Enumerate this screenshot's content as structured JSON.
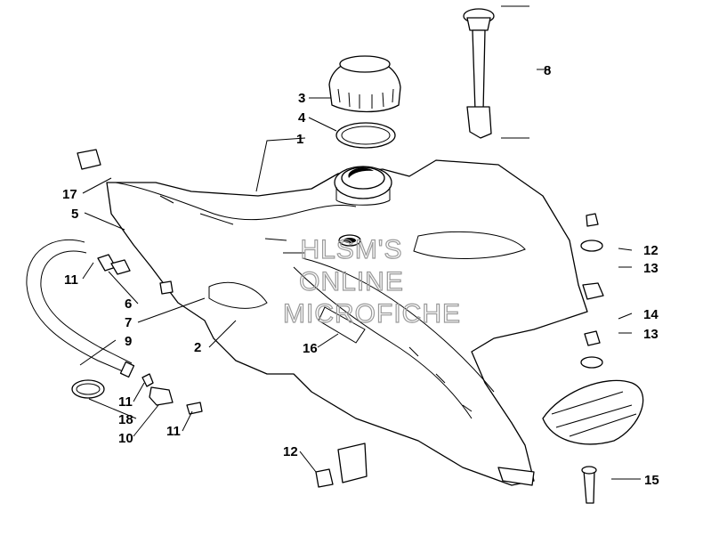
{
  "diagram": {
    "callouts": [
      {
        "id": "c1",
        "text": "1"
      },
      {
        "id": "c2",
        "text": "2"
      },
      {
        "id": "c3",
        "text": "3"
      },
      {
        "id": "c4",
        "text": "4"
      },
      {
        "id": "c5",
        "text": "5"
      },
      {
        "id": "c6",
        "text": "6"
      },
      {
        "id": "c7",
        "text": "7"
      },
      {
        "id": "c8",
        "text": "8"
      },
      {
        "id": "c9",
        "text": "9"
      },
      {
        "id": "c10",
        "text": "10"
      },
      {
        "id": "c11a",
        "text": "11"
      },
      {
        "id": "c11b",
        "text": "11"
      },
      {
        "id": "c11c",
        "text": "11"
      },
      {
        "id": "c12a",
        "text": "12"
      },
      {
        "id": "c12b",
        "text": "12"
      },
      {
        "id": "c13a",
        "text": "13"
      },
      {
        "id": "c13b",
        "text": "13"
      },
      {
        "id": "c14",
        "text": "14"
      },
      {
        "id": "c15",
        "text": "15"
      },
      {
        "id": "c16",
        "text": "16"
      },
      {
        "id": "c17",
        "text": "17"
      },
      {
        "id": "c18",
        "text": "18"
      }
    ]
  },
  "watermark": {
    "line1": "HLSM'S",
    "line2": "ONLINE",
    "line3": "MICROFICHE"
  }
}
